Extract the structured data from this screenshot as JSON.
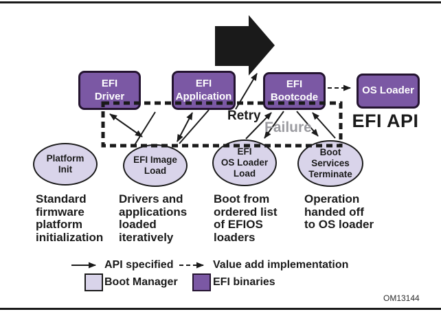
{
  "colors": {
    "ink": "#1a1a1a",
    "efi-binary-fill": "#7B58A4",
    "efi-binary-border": "#241430",
    "boot-manager-fill": "#D9D4EA",
    "boot-manager-border": "#1a1a1a",
    "failure-gray": "#9B9BA0"
  },
  "flow_boxes": [
    {
      "label": "EFI\nDriver"
    },
    {
      "label": "EFI\nApplication"
    },
    {
      "label": "EFI\nBootcode"
    },
    {
      "label": "OS Loader"
    }
  ],
  "stages": [
    {
      "label": "Platform\nInit",
      "description": "Standard\nfirmware\nplatform\ninitialization"
    },
    {
      "label": "EFI Image\nLoad",
      "description": "Drivers and\napplications\nloaded\niteratively"
    },
    {
      "label": "EFI\nOS Loader\nLoad",
      "description": "Boot from\nordered list\nof EFIOS\nloaders"
    },
    {
      "label": "Boot\nServices\nTerminate",
      "description": "Operation\nhanded off\nto OS loader"
    }
  ],
  "annotations": {
    "retry": "Retry",
    "failure": "Failure",
    "efi_api": "EFI API",
    "figure_code": "OM13144"
  },
  "legend": {
    "api_specified": "API specified",
    "value_add": "Value add implementation",
    "boot_manager": "Boot Manager",
    "efi_binaries": "EFI binaries"
  }
}
